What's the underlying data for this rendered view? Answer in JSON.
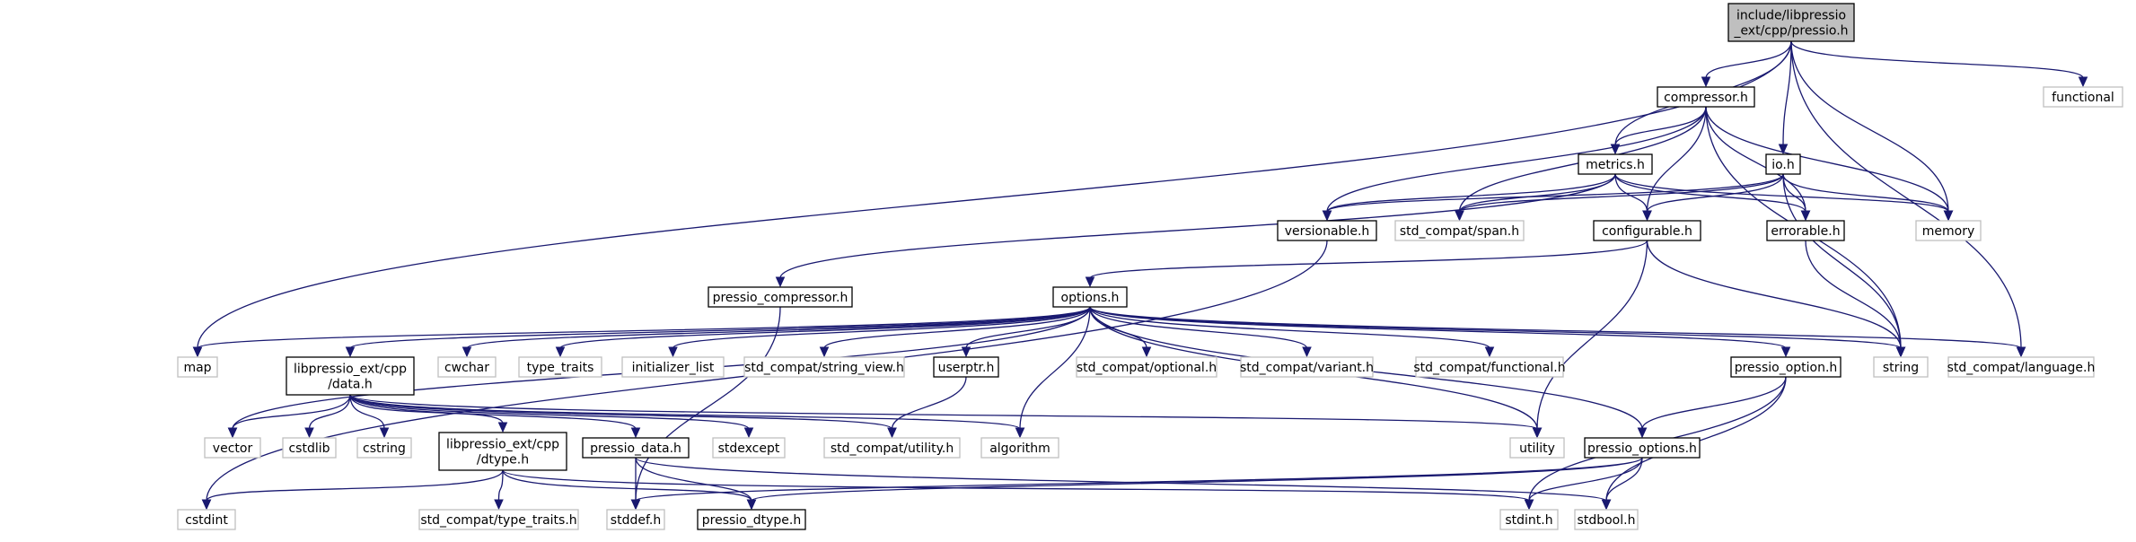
{
  "graph": {
    "colors": {
      "edge": "#191970",
      "project_border": "#000000",
      "external_border": "#bfbfbf",
      "root_fill": "#bfbfbf"
    },
    "nodes": [
      {
        "id": "root",
        "kind": "root",
        "lines": [
          "include/libpressio",
          "_ext/cpp/pressio.h"
        ]
      },
      {
        "id": "compressor",
        "kind": "proj",
        "lines": [
          "compressor.h"
        ]
      },
      {
        "id": "functional",
        "kind": "ext",
        "lines": [
          "functional"
        ]
      },
      {
        "id": "metrics",
        "kind": "proj",
        "lines": [
          "metrics.h"
        ]
      },
      {
        "id": "io",
        "kind": "proj",
        "lines": [
          "io.h"
        ]
      },
      {
        "id": "versionable",
        "kind": "proj",
        "lines": [
          "versionable.h"
        ]
      },
      {
        "id": "span",
        "kind": "ext",
        "lines": [
          "std_compat/span.h"
        ]
      },
      {
        "id": "configurable",
        "kind": "proj",
        "lines": [
          "configurable.h"
        ]
      },
      {
        "id": "errorable",
        "kind": "proj",
        "lines": [
          "errorable.h"
        ]
      },
      {
        "id": "memory",
        "kind": "ext",
        "lines": [
          "memory"
        ]
      },
      {
        "id": "pcomp",
        "kind": "proj",
        "lines": [
          "pressio_compressor.h"
        ]
      },
      {
        "id": "options",
        "kind": "proj",
        "lines": [
          "options.h"
        ]
      },
      {
        "id": "map",
        "kind": "ext",
        "lines": [
          "map"
        ]
      },
      {
        "id": "data",
        "kind": "proj",
        "lines": [
          "libpressio_ext/cpp",
          "/data.h"
        ]
      },
      {
        "id": "cwchar",
        "kind": "ext",
        "lines": [
          "cwchar"
        ]
      },
      {
        "id": "type_traits",
        "kind": "ext",
        "lines": [
          "type_traits"
        ]
      },
      {
        "id": "init_list",
        "kind": "ext",
        "lines": [
          "initializer_list"
        ]
      },
      {
        "id": "string_view",
        "kind": "ext",
        "lines": [
          "std_compat/string_view.h"
        ]
      },
      {
        "id": "userptr",
        "kind": "proj",
        "lines": [
          "userptr.h"
        ]
      },
      {
        "id": "optional",
        "kind": "ext",
        "lines": [
          "std_compat/optional.h"
        ]
      },
      {
        "id": "variant",
        "kind": "ext",
        "lines": [
          "std_compat/variant.h"
        ]
      },
      {
        "id": "sc_functional",
        "kind": "ext",
        "lines": [
          "std_compat/functional.h"
        ]
      },
      {
        "id": "poption",
        "kind": "proj",
        "lines": [
          "pressio_option.h"
        ]
      },
      {
        "id": "string",
        "kind": "ext",
        "lines": [
          "string"
        ]
      },
      {
        "id": "language",
        "kind": "ext",
        "lines": [
          "std_compat/language.h"
        ]
      },
      {
        "id": "vector",
        "kind": "ext",
        "lines": [
          "vector"
        ]
      },
      {
        "id": "cstdlib",
        "kind": "ext",
        "lines": [
          "cstdlib"
        ]
      },
      {
        "id": "cstring",
        "kind": "ext",
        "lines": [
          "cstring"
        ]
      },
      {
        "id": "dtype",
        "kind": "proj",
        "lines": [
          "libpressio_ext/cpp",
          "/dtype.h"
        ]
      },
      {
        "id": "pdata",
        "kind": "proj",
        "lines": [
          "pressio_data.h"
        ]
      },
      {
        "id": "stdexcept",
        "kind": "ext",
        "lines": [
          "stdexcept"
        ]
      },
      {
        "id": "utility_h",
        "kind": "ext",
        "lines": [
          "std_compat/utility.h"
        ]
      },
      {
        "id": "algorithm",
        "kind": "ext",
        "lines": [
          "algorithm"
        ]
      },
      {
        "id": "utility",
        "kind": "ext",
        "lines": [
          "utility"
        ]
      },
      {
        "id": "poptions",
        "kind": "proj",
        "lines": [
          "pressio_options.h"
        ]
      },
      {
        "id": "cstdint",
        "kind": "ext",
        "lines": [
          "cstdint"
        ]
      },
      {
        "id": "sc_type_traits",
        "kind": "ext",
        "lines": [
          "std_compat/type_traits.h"
        ]
      },
      {
        "id": "stddef",
        "kind": "ext",
        "lines": [
          "stddef.h"
        ]
      },
      {
        "id": "pdtype",
        "kind": "proj",
        "lines": [
          "pressio_dtype.h"
        ]
      },
      {
        "id": "stdint",
        "kind": "ext",
        "lines": [
          "stdint.h"
        ]
      },
      {
        "id": "stdbool",
        "kind": "ext",
        "lines": [
          "stdbool.h"
        ]
      }
    ],
    "edges": [
      [
        "root",
        "compressor"
      ],
      [
        "root",
        "functional"
      ],
      [
        "root",
        "metrics"
      ],
      [
        "root",
        "io"
      ],
      [
        "root",
        "memory"
      ],
      [
        "root",
        "language"
      ],
      [
        "root",
        "map"
      ],
      [
        "compressor",
        "metrics"
      ],
      [
        "compressor",
        "versionable"
      ],
      [
        "compressor",
        "span"
      ],
      [
        "compressor",
        "configurable"
      ],
      [
        "compressor",
        "errorable"
      ],
      [
        "compressor",
        "memory"
      ],
      [
        "compressor",
        "string"
      ],
      [
        "metrics",
        "versionable"
      ],
      [
        "metrics",
        "span"
      ],
      [
        "metrics",
        "configurable"
      ],
      [
        "metrics",
        "errorable"
      ],
      [
        "metrics",
        "memory"
      ],
      [
        "metrics",
        "pcomp"
      ],
      [
        "io",
        "versionable"
      ],
      [
        "io",
        "span"
      ],
      [
        "io",
        "configurable"
      ],
      [
        "io",
        "errorable"
      ],
      [
        "io",
        "memory"
      ],
      [
        "io",
        "string"
      ],
      [
        "versionable",
        "cstdint"
      ],
      [
        "configurable",
        "options"
      ],
      [
        "configurable",
        "string"
      ],
      [
        "configurable",
        "utility"
      ],
      [
        "errorable",
        "string"
      ],
      [
        "pcomp",
        "stddef"
      ],
      [
        "options",
        "map"
      ],
      [
        "options",
        "data"
      ],
      [
        "options",
        "cwchar"
      ],
      [
        "options",
        "type_traits"
      ],
      [
        "options",
        "init_list"
      ],
      [
        "options",
        "string_view"
      ],
      [
        "options",
        "userptr"
      ],
      [
        "options",
        "optional"
      ],
      [
        "options",
        "variant"
      ],
      [
        "options",
        "sc_functional"
      ],
      [
        "options",
        "poption"
      ],
      [
        "options",
        "string"
      ],
      [
        "options",
        "language"
      ],
      [
        "options",
        "vector"
      ],
      [
        "options",
        "algorithm"
      ],
      [
        "options",
        "utility"
      ],
      [
        "options",
        "poptions"
      ],
      [
        "userptr",
        "utility_h"
      ],
      [
        "poption",
        "poptions"
      ],
      [
        "poption",
        "stdint"
      ],
      [
        "poption",
        "stdbool"
      ],
      [
        "data",
        "vector"
      ],
      [
        "data",
        "cstdlib"
      ],
      [
        "data",
        "cstring"
      ],
      [
        "data",
        "dtype"
      ],
      [
        "data",
        "pdata"
      ],
      [
        "data",
        "stdexcept"
      ],
      [
        "data",
        "utility_h"
      ],
      [
        "data",
        "algorithm"
      ],
      [
        "data",
        "utility"
      ],
      [
        "dtype",
        "cstdint"
      ],
      [
        "dtype",
        "sc_type_traits"
      ],
      [
        "dtype",
        "pdtype"
      ],
      [
        "dtype",
        "stdint"
      ],
      [
        "pdata",
        "stddef"
      ],
      [
        "pdata",
        "pdtype"
      ],
      [
        "pdata",
        "stdbool"
      ],
      [
        "poptions",
        "stddef"
      ],
      [
        "poptions",
        "pdtype"
      ],
      [
        "poptions",
        "stdint"
      ],
      [
        "poptions",
        "stdbool"
      ]
    ]
  }
}
